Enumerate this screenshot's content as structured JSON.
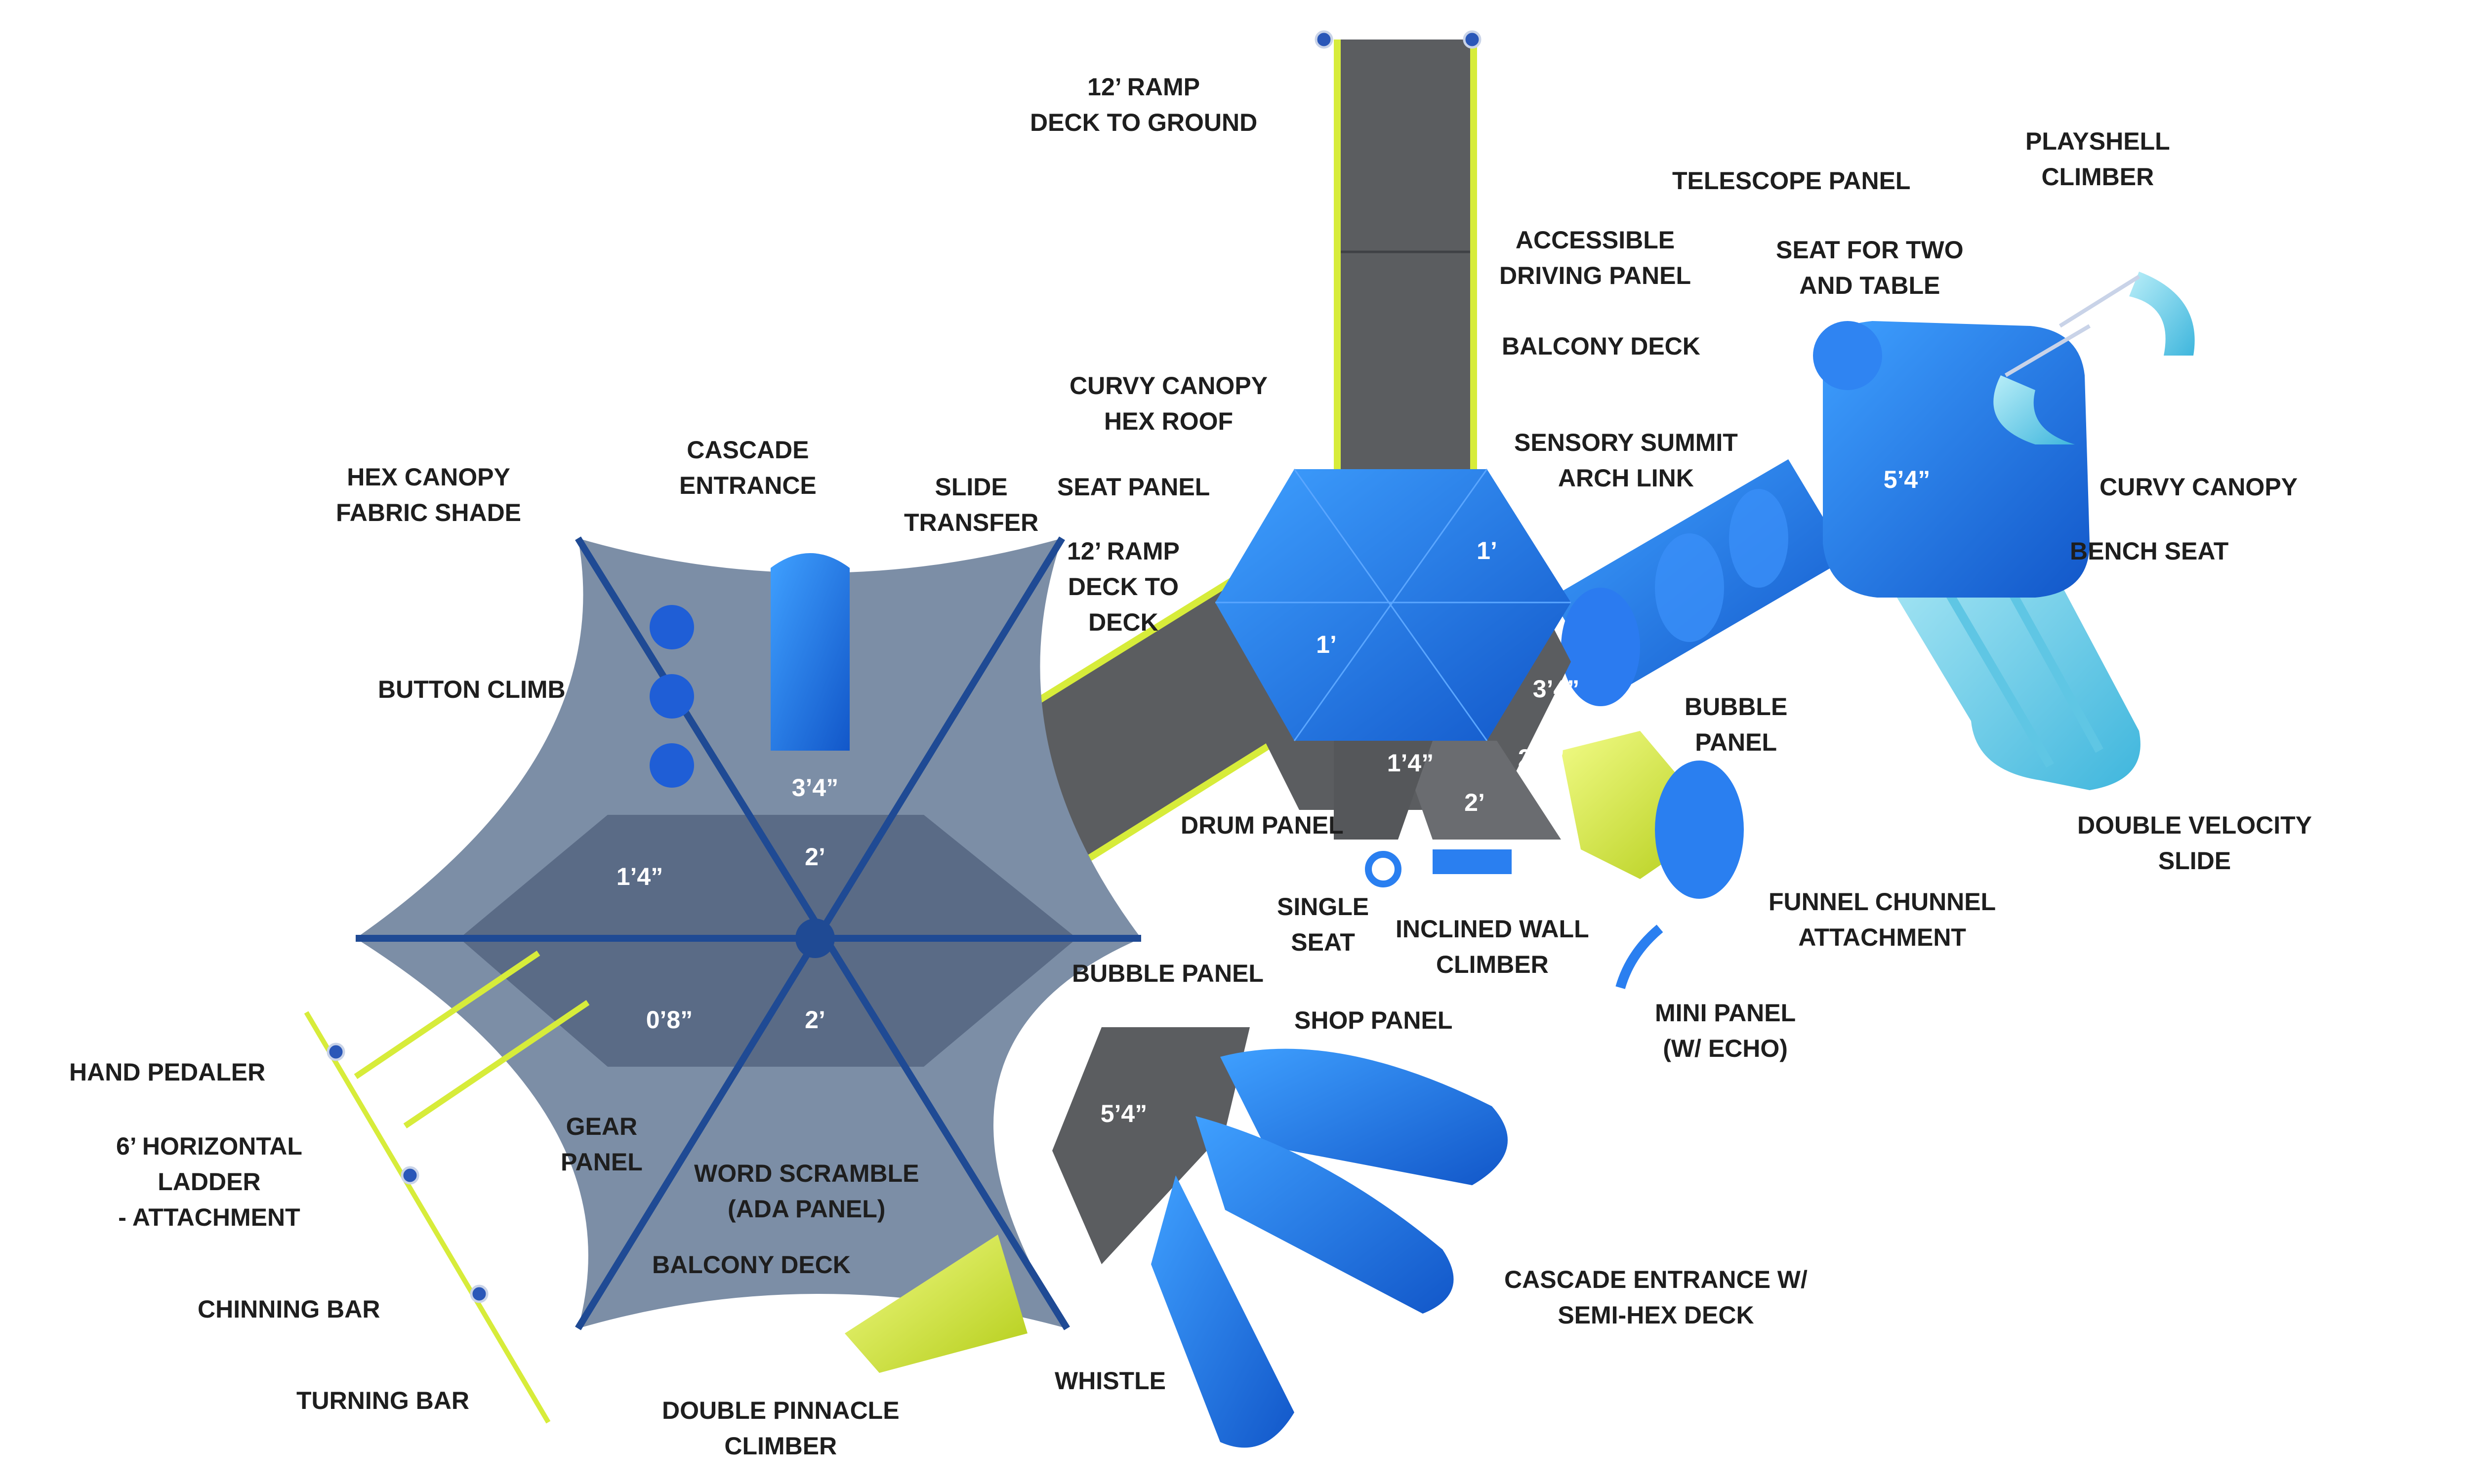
{
  "labels": {
    "ramp_top": [
      "12’ RAMP",
      "DECK TO GROUND"
    ],
    "telescope": [
      "TELESCOPE PANEL"
    ],
    "playshell": [
      "PLAYSHELL",
      "CLIMBER"
    ],
    "accessible_driving": [
      "ACCESSIBLE",
      "DRIVING PANEL"
    ],
    "seat_for_two": [
      "SEAT FOR TWO",
      "AND TABLE"
    ],
    "balcony_deck_top": [
      "BALCONY DECK"
    ],
    "curvy_canopy_hex_roof": [
      "CURVY CANOPY",
      "HEX ROOF"
    ],
    "sensory_summit": [
      "SENSORY SUMMIT",
      "ARCH LINK"
    ],
    "hex_canopy_fabric": [
      "HEX CANOPY",
      "FABRIC SHADE"
    ],
    "cascade_entrance": [
      "CASCADE",
      "ENTRANCE"
    ],
    "slide_transfer": [
      "SLIDE",
      "TRANSFER"
    ],
    "seat_panel": [
      "SEAT PANEL"
    ],
    "curvy_canopy": [
      "CURVY CANOPY"
    ],
    "ramp_deck": [
      "12’ RAMP",
      "DECK TO",
      "DECK"
    ],
    "bench_seat": [
      "BENCH SEAT"
    ],
    "button_climb": [
      "BUTTON CLIMB"
    ],
    "bubble_panel_right": [
      "BUBBLE",
      "PANEL"
    ],
    "drum_panel": [
      "DRUM PANEL"
    ],
    "double_velocity": [
      "DOUBLE VELOCITY",
      "SLIDE"
    ],
    "single_seat": [
      "SINGLE",
      "SEAT"
    ],
    "inclined_wall": [
      "INCLINED WALL",
      "CLIMBER"
    ],
    "funnel_chunnel": [
      "FUNNEL CHUNNEL",
      "ATTACHMENT"
    ],
    "bubble_panel_mid": [
      "BUBBLE PANEL"
    ],
    "shop_panel": [
      "SHOP PANEL"
    ],
    "mini_panel": [
      "MINI PANEL",
      "(W/ ECHO)"
    ],
    "hand_pedaler": [
      "HAND PEDALER"
    ],
    "horizontal_ladder": [
      "6’ HORIZONTAL",
      "LADDER",
      "- ATTACHMENT"
    ],
    "gear_panel": [
      "GEAR",
      "PANEL"
    ],
    "word_scramble": [
      "WORD SCRAMBLE",
      "(ADA PANEL)"
    ],
    "chinning_bar": [
      "CHINNING BAR"
    ],
    "balcony_deck_bottom": [
      "BALCONY DECK"
    ],
    "cascade_semi_hex": [
      "CASCADE ENTRANCE W/",
      "SEMI-HEX DECK"
    ],
    "whistle": [
      "WHISTLE"
    ],
    "turning_bar": [
      "TURNING BAR"
    ],
    "double_pinnacle": [
      "DOUBLE PINNACLE",
      "CLIMBER"
    ]
  },
  "dims": {
    "hex_left_top": "3’4”",
    "hex_left_upper_mid": "2’",
    "hex_left_upper_left": "1’4”",
    "hex_left_lower_mid": "2’",
    "hex_left_lower_left": "0’8”",
    "semi_hex_bottom": "5’4”",
    "dome_right": "1’",
    "dome_left": "1’",
    "center_right": "3’4”",
    "center_left": "1’4”",
    "center_right_low": "2’8”",
    "center_bottom": "2’",
    "right_cube": "5’4”"
  },
  "colors": {
    "canopy": "#7c8ea6",
    "canopy_frame": "#1f4a94",
    "deck": "#5b5d60",
    "blue_plastic": "#1a73e6",
    "light_blue": "#7fd3ea",
    "yellow_green": "#d7ec3a"
  }
}
